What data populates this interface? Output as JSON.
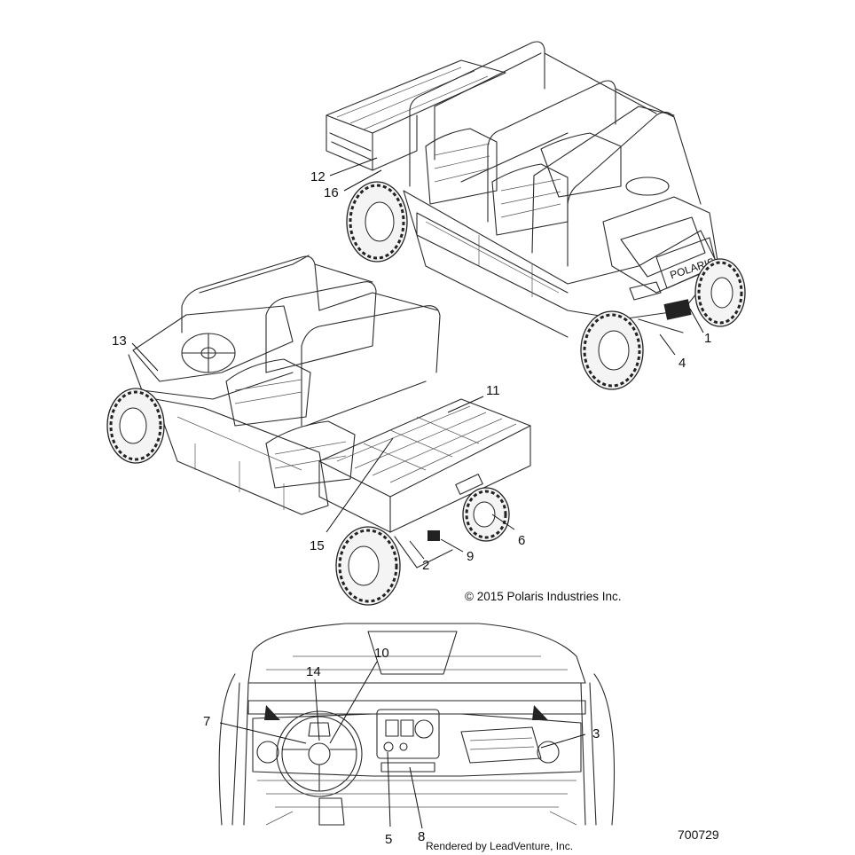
{
  "callouts": {
    "c1": "1",
    "c2": "2",
    "c3": "3",
    "c4": "4",
    "c5": "5",
    "c6": "6",
    "c7": "7",
    "c8": "8",
    "c9": "9",
    "c10": "10",
    "c11": "11",
    "c12": "12",
    "c13": "13",
    "c14": "14",
    "c15": "15",
    "c16": "16"
  },
  "copyright": "© 2015 Polaris Industries Inc.",
  "rendered_by": "Rendered by LeadVenture, Inc.",
  "part_number": "700729",
  "hood_brand": "POLARIS"
}
